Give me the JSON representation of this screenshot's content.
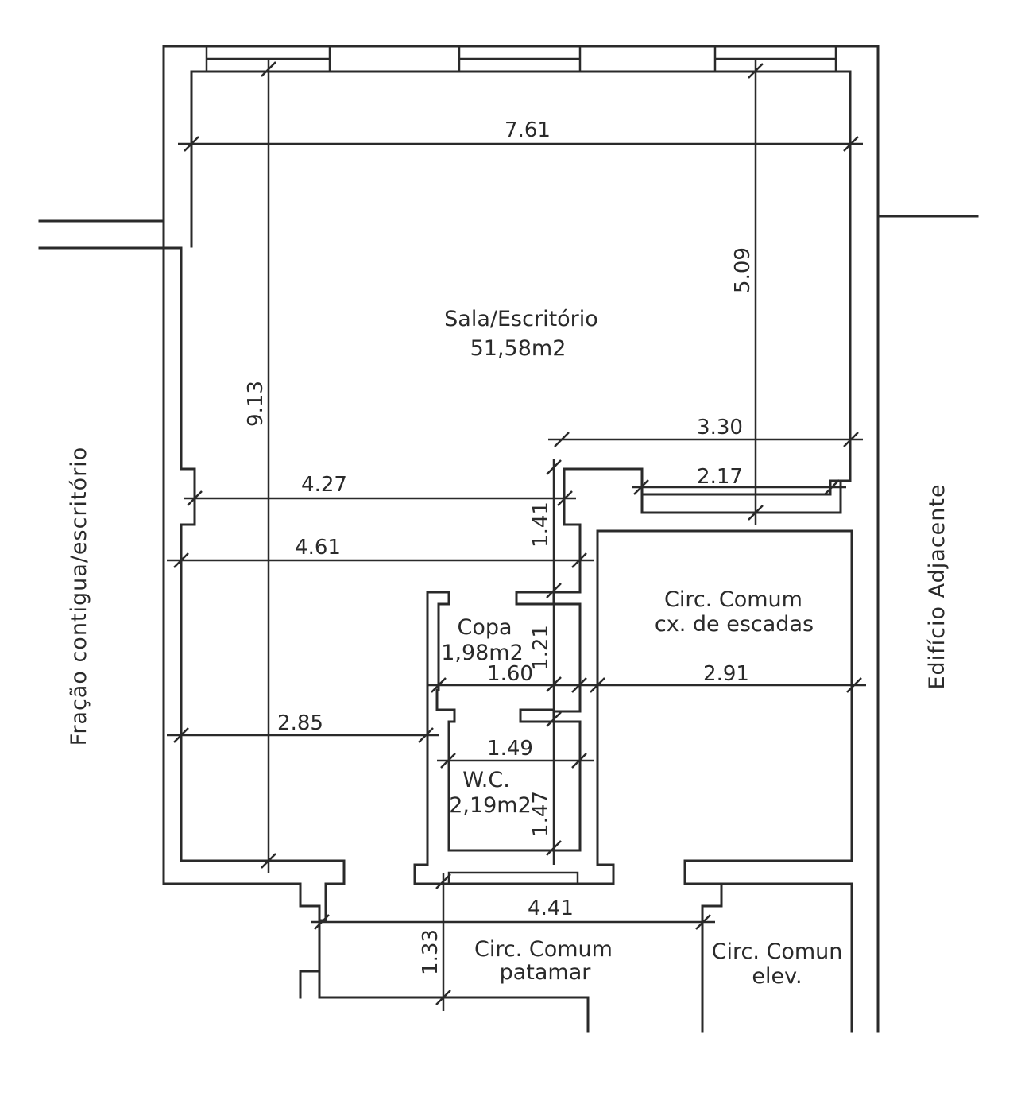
{
  "rooms": {
    "sala_name": "Sala/Escritório",
    "sala_area": "51,58m2",
    "copa_name": "Copa",
    "copa_area": "1,98m2",
    "wc_name": "W.C.",
    "wc_area": "2,19m2",
    "escadas_line1": "Circ. Comum",
    "escadas_line2": "cx. de escadas",
    "patamar_line1": "Circ. Comum",
    "patamar_line2": "patamar",
    "elev_line1": "Circ. Comun",
    "elev_line2": "elev."
  },
  "neighbors": {
    "left": "Fração contigua/escritório",
    "right": "Edifício Adjacente"
  },
  "dimensions": {
    "top_width": "7.61",
    "total_height": "9.13",
    "right_height": "5.09",
    "right_notch": "3.30",
    "right_step": "2.17",
    "width_427": "4.27",
    "width_461": "4.61",
    "vert_141": "1.41",
    "vert_121": "1.21",
    "copa_width": "1.60",
    "escadas_width": "2.91",
    "width_285": "2.85",
    "wc_width": "1.49",
    "wc_height": "1.47",
    "landing_width": "4.41",
    "landing_depth": "1.33"
  }
}
